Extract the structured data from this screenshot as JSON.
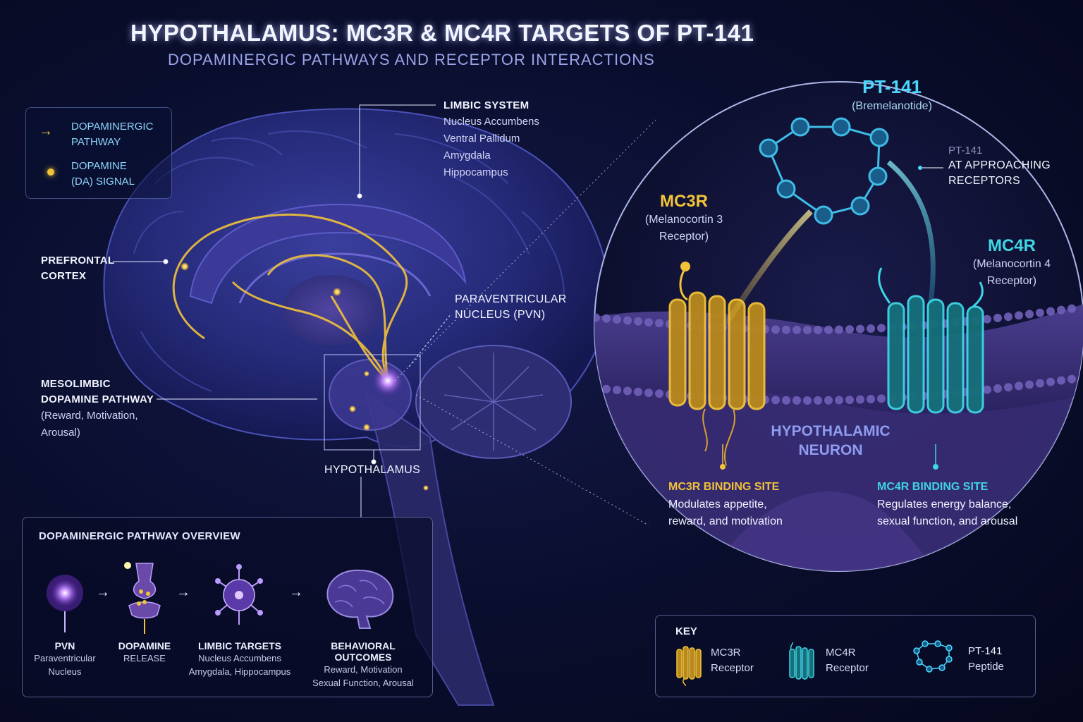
{
  "title": "HYPOTHALAMUS: MC3R & MC4R TARGETS OF PT-141",
  "subtitle": "DOPAMINERGIC PATHWAYS AND RECEPTOR INTERACTIONS",
  "legend": {
    "pathway_label": [
      "DOPAMINERGIC",
      "PATHWAY"
    ],
    "signal_label": [
      "DOPAMINE",
      "(DA) SIGNAL"
    ]
  },
  "brain_labels": {
    "limbic_title": "LIMBIC SYSTEM",
    "limbic_items": [
      "Nucleus Accumbens",
      "Ventral Pallidum",
      "Amygdala",
      "Hippocampus"
    ],
    "prefrontal": [
      "PREFRONTAL",
      "CORTEX"
    ],
    "pvn": [
      "PARAVENTRICULAR",
      "NUCLEUS (PVN)"
    ],
    "mesolimbic": [
      "MESOLIMBIC",
      "DOPAMINE PATHWAY"
    ],
    "mesolimbic_sub": [
      "(Reward, Motivation,",
      "Arousal)"
    ],
    "hypothalamus": "HYPOTHALAMUS"
  },
  "overview": {
    "title": "DOPAMINERGIC PATHWAY OVERVIEW",
    "arrow": "→",
    "steps": [
      {
        "title": "PVN",
        "sub": [
          "Paraventricular",
          "Nucleus"
        ]
      },
      {
        "title": "DOPAMINE",
        "sub": [
          "RELEASE"
        ]
      },
      {
        "title": "LIMBIC TARGETS",
        "sub": [
          "Nucleus Accumbens",
          "Amygdala, Hippocampus"
        ]
      },
      {
        "title": "BEHAVIORAL OUTCOMES",
        "sub": [
          "Reward, Motivation",
          "Sexual Function, Arousal"
        ]
      }
    ]
  },
  "zoom": {
    "pt141_title": "PT-141",
    "pt141_sub": "(Bremelanotide)",
    "pt141_approach": [
      "PT-141",
      "AT APPROACHING",
      "RECEPTORS"
    ],
    "mc3r_title": "MC3R",
    "mc3r_sub": [
      "(Melanocortin 3",
      "Receptor)"
    ],
    "mc4r_title": "MC4R",
    "mc4r_sub": [
      "(Melanocortin 4",
      "Receptor)"
    ],
    "neuron": [
      "HYPOTHALAMIC",
      "NEURON"
    ],
    "mc3r_binding_title": "MC3R BINDING SITE",
    "mc3r_binding_desc": [
      "Modulates appetite,",
      "reward, and motivation"
    ],
    "mc4r_binding_title": "MC4R BINDING SITE",
    "mc4r_binding_desc": [
      "Regulates energy balance,",
      "sexual function, and arousal"
    ]
  },
  "key": {
    "title": "KEY",
    "items": [
      {
        "label": [
          "MC3R",
          "Receptor"
        ]
      },
      {
        "label": [
          "MC4R",
          "Receptor"
        ]
      },
      {
        "label": [
          "PT-141",
          "Peptide"
        ]
      }
    ]
  },
  "colors": {
    "dopamine_yellow": "#f2c23a",
    "mc4r_teal": "#3fd6e6",
    "pt141_cyan": "#49d8ff",
    "neuron_purple": "#8f9cf0",
    "background": "#0b0f30"
  },
  "icons": [
    "arrow-right-icon",
    "dopamine-dot-icon",
    "mc3r-receptor-icon",
    "mc4r-receptor-icon",
    "pt141-peptide-icon",
    "pvn-neuron-icon",
    "synapse-icon",
    "limbic-neuron-icon",
    "brain-icon"
  ]
}
